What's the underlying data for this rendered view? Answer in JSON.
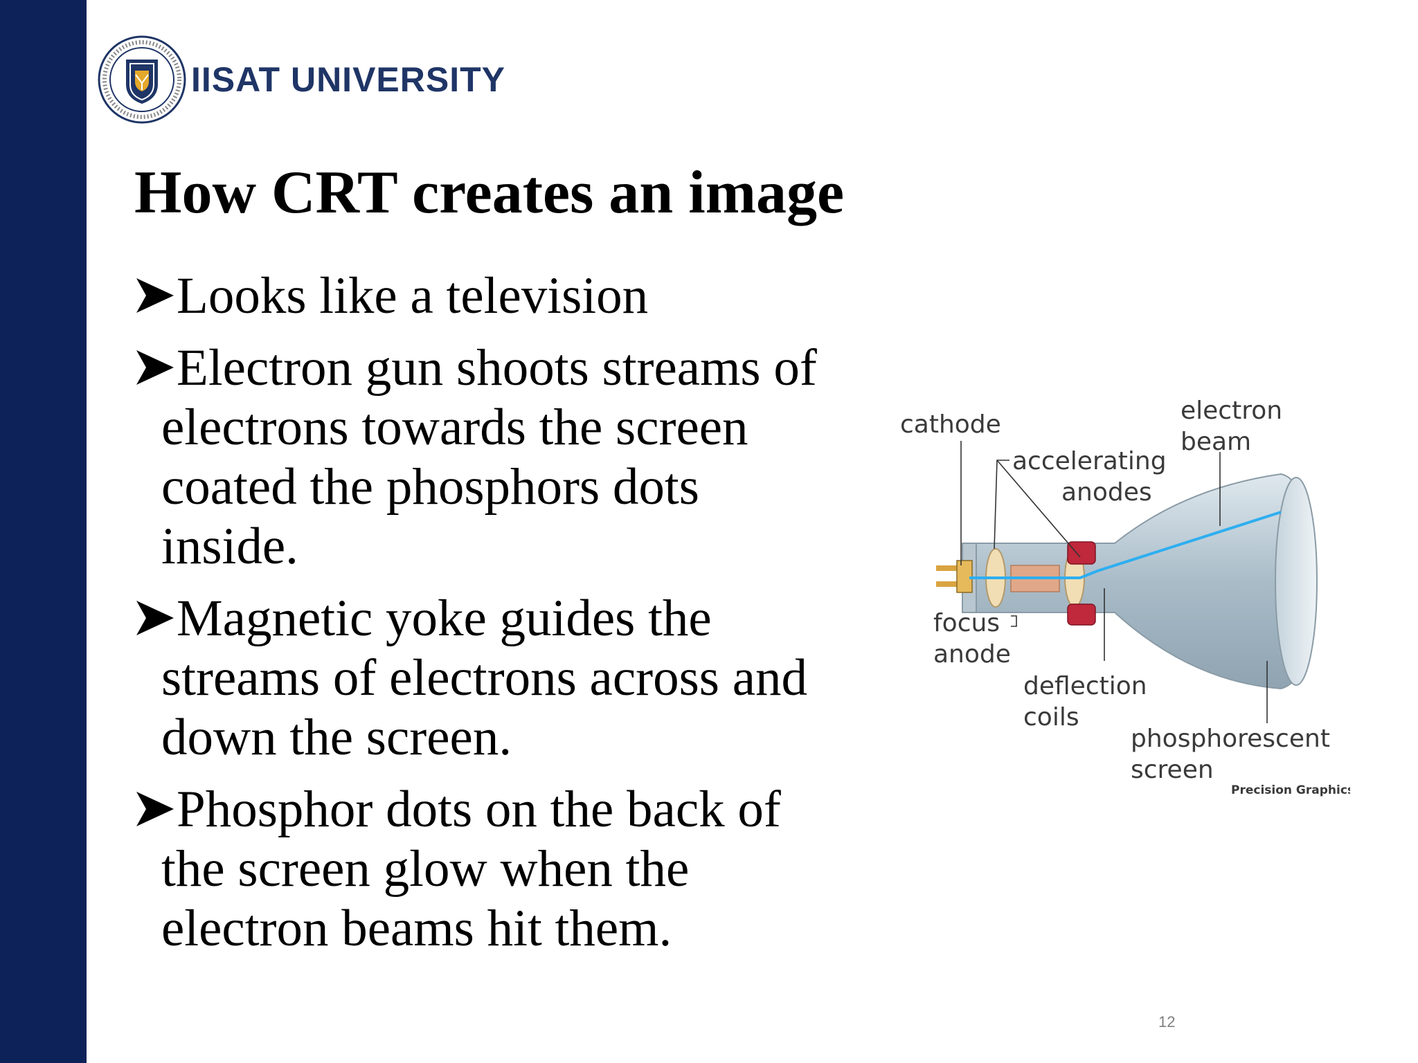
{
  "brand": {
    "name": "IISAT UNIVERSITY"
  },
  "slide": {
    "title": "How CRT creates an image",
    "bullets": [
      {
        "first": "Looks like a television",
        "rest": []
      },
      {
        "first": "Electron gun shoots streams of",
        "rest": [
          "electrons towards the screen",
          "coated the phosphors dots",
          "inside."
        ]
      },
      {
        "first": "Magnetic yoke guides the",
        "rest": [
          "streams of electrons across and",
          "down the screen."
        ]
      },
      {
        "first": "Phosphor dots on the back of",
        "rest": [
          "the screen glow when the",
          "electron beams hit them."
        ]
      }
    ],
    "page_number": "12"
  },
  "diagram": {
    "labels": {
      "cathode": "cathode",
      "electron": "electron",
      "beam": "beam",
      "accelerating": "accelerating",
      "anodes": "anodes",
      "focus": "focus",
      "anode": "anode",
      "deflection": "deflection",
      "coils": "coils",
      "phosphorescent": "phosphorescent",
      "screen": "screen",
      "credit": "Precision Graphics"
    },
    "colors": {
      "beam": "#2eaef0",
      "coils": "#c0283c",
      "glass": "#a9bcc8",
      "anode_disc": "#f1deb5"
    }
  },
  "colors": {
    "sidebar": "#0d2259",
    "brand_text": "#1f3566"
  }
}
